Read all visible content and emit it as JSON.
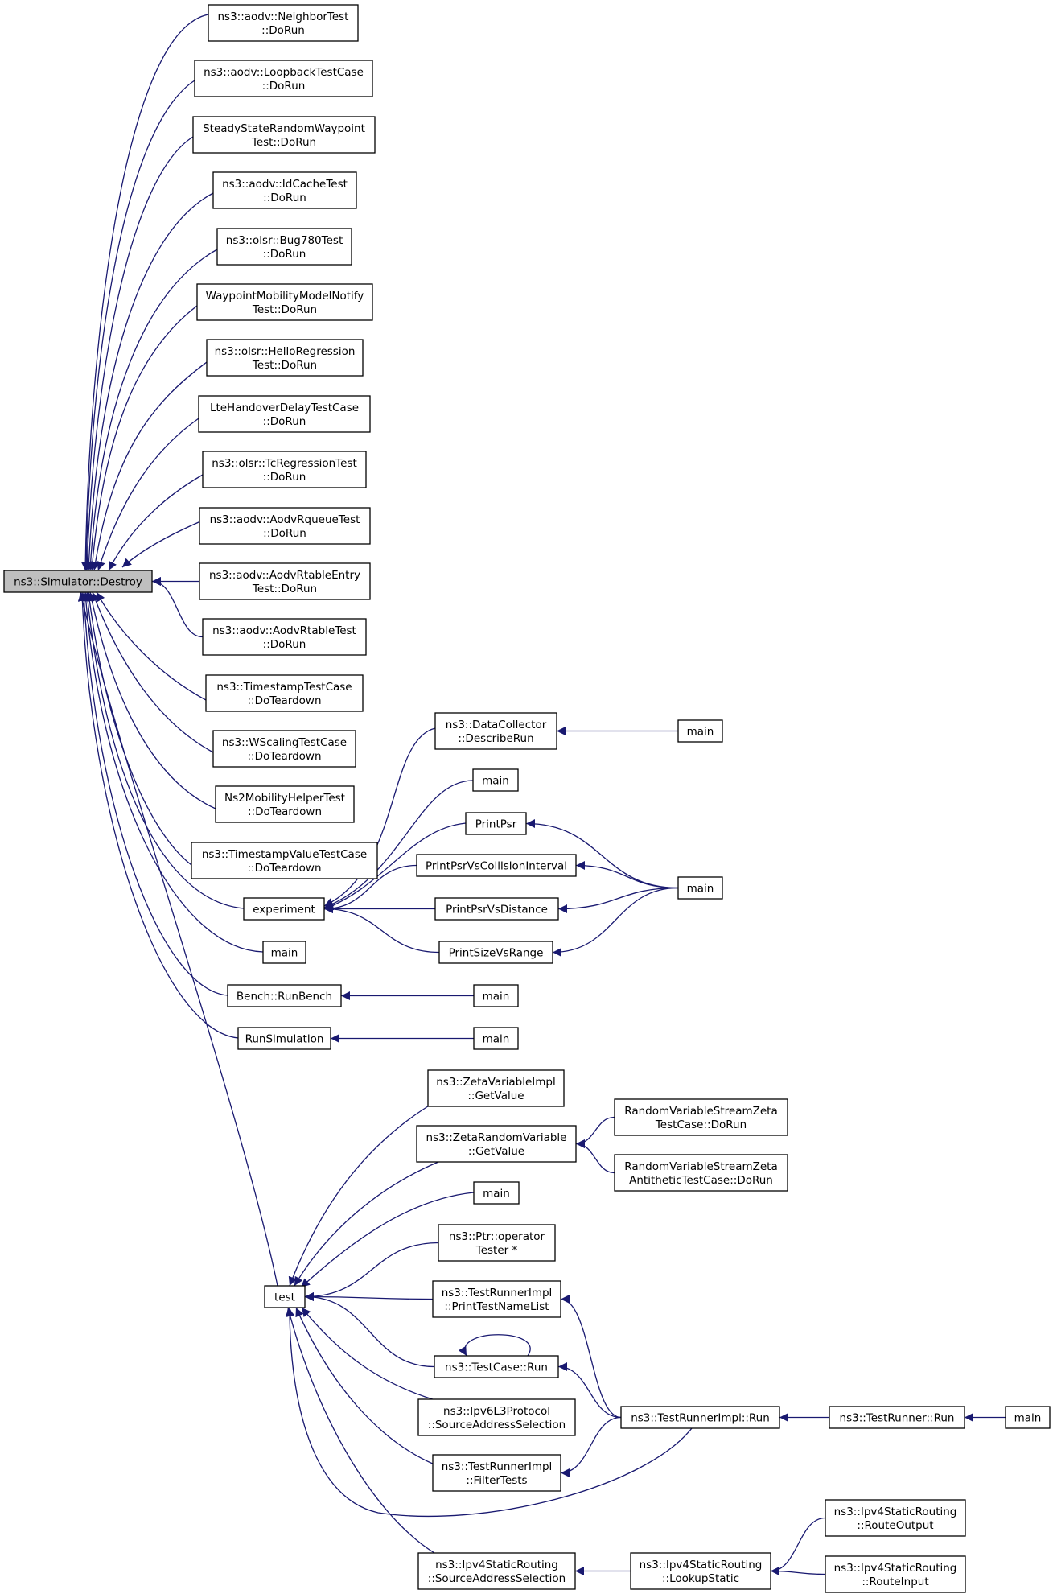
{
  "graph": {
    "arrow_color": "#191970",
    "focus_fill": "#bfbfbf",
    "nodes": [
      {
        "id": "destroy",
        "lines": [
          "ns3::Simulator::Destroy"
        ],
        "focus": true
      },
      {
        "id": "n_neighbor",
        "lines": [
          "ns3::aodv::NeighborTest",
          "::DoRun"
        ]
      },
      {
        "id": "n_loopback",
        "lines": [
          "ns3::aodv::LoopbackTestCase",
          "::DoRun"
        ]
      },
      {
        "id": "n_steady",
        "lines": [
          "SteadyStateRandomWaypoint",
          "Test::DoRun"
        ]
      },
      {
        "id": "n_idcache",
        "lines": [
          "ns3::aodv::IdCacheTest",
          "::DoRun"
        ]
      },
      {
        "id": "n_bug780",
        "lines": [
          "ns3::olsr::Bug780Test",
          "::DoRun"
        ]
      },
      {
        "id": "n_waypoint",
        "lines": [
          "WaypointMobilityModelNotify",
          "Test::DoRun"
        ]
      },
      {
        "id": "n_hello",
        "lines": [
          "ns3::olsr::HelloRegression",
          "Test::DoRun"
        ]
      },
      {
        "id": "n_ltehandover",
        "lines": [
          "LteHandoverDelayTestCase",
          "::DoRun"
        ]
      },
      {
        "id": "n_tcreg",
        "lines": [
          "ns3::olsr::TcRegressionTest",
          "::DoRun"
        ]
      },
      {
        "id": "n_rqueue",
        "lines": [
          "ns3::aodv::AodvRqueueTest",
          "::DoRun"
        ]
      },
      {
        "id": "n_rtentry",
        "lines": [
          "ns3::aodv::AodvRtableEntry",
          "Test::DoRun"
        ]
      },
      {
        "id": "n_rtable",
        "lines": [
          "ns3::aodv::AodvRtableTest",
          "::DoRun"
        ]
      },
      {
        "id": "n_timestamp",
        "lines": [
          "ns3::TimestampTestCase",
          "::DoTeardown"
        ]
      },
      {
        "id": "n_wscaling",
        "lines": [
          "ns3::WScalingTestCase",
          "::DoTeardown"
        ]
      },
      {
        "id": "n_ns2mob",
        "lines": [
          "Ns2MobilityHelperTest",
          "::DoTeardown"
        ]
      },
      {
        "id": "n_tsvalue",
        "lines": [
          "ns3::TimestampValueTestCase",
          "::DoTeardown"
        ]
      },
      {
        "id": "n_experiment",
        "lines": [
          "experiment"
        ]
      },
      {
        "id": "n_main_a",
        "lines": [
          "main"
        ]
      },
      {
        "id": "n_runbench",
        "lines": [
          "Bench::RunBench"
        ]
      },
      {
        "id": "n_runsim",
        "lines": [
          "RunSimulation"
        ]
      },
      {
        "id": "n_test",
        "lines": [
          "test"
        ]
      },
      {
        "id": "n_datacollector",
        "lines": [
          "ns3::DataCollector",
          "::DescribeRun"
        ]
      },
      {
        "id": "n_main_dc",
        "lines": [
          "main"
        ]
      },
      {
        "id": "n_main_b",
        "lines": [
          "main"
        ]
      },
      {
        "id": "n_printpsr",
        "lines": [
          "PrintPsr"
        ]
      },
      {
        "id": "n_psrcoll",
        "lines": [
          "PrintPsrVsCollisionInterval"
        ]
      },
      {
        "id": "n_psrdist",
        "lines": [
          "PrintPsrVsDistance"
        ]
      },
      {
        "id": "n_sizerange",
        "lines": [
          "PrintSizeVsRange"
        ]
      },
      {
        "id": "n_main_psr",
        "lines": [
          "main"
        ]
      },
      {
        "id": "n_main_bench",
        "lines": [
          "main"
        ]
      },
      {
        "id": "n_main_runsim",
        "lines": [
          "main"
        ]
      },
      {
        "id": "n_zetaimpl",
        "lines": [
          "ns3::ZetaVariableImpl",
          "::GetValue"
        ]
      },
      {
        "id": "n_zetarv",
        "lines": [
          "ns3::ZetaRandomVariable",
          "::GetValue"
        ]
      },
      {
        "id": "n_rvszeta",
        "lines": [
          "RandomVariableStreamZeta",
          "TestCase::DoRun"
        ]
      },
      {
        "id": "n_rvszetaanti",
        "lines": [
          "RandomVariableStreamZeta",
          "AntitheticTestCase::DoRun"
        ]
      },
      {
        "id": "n_main_test",
        "lines": [
          "main"
        ]
      },
      {
        "id": "n_ptrop",
        "lines": [
          "ns3::Ptr::operator",
          "Tester *"
        ]
      },
      {
        "id": "n_printtestname",
        "lines": [
          "ns3::TestRunnerImpl",
          "::PrintTestNameList"
        ]
      },
      {
        "id": "n_testcaserun",
        "lines": [
          "ns3::TestCase::Run"
        ]
      },
      {
        "id": "n_ipv6sas",
        "lines": [
          "ns3::Ipv6L3Protocol",
          "::SourceAddressSelection"
        ]
      },
      {
        "id": "n_filtertests",
        "lines": [
          "ns3::TestRunnerImpl",
          "::FilterTests"
        ]
      },
      {
        "id": "n_ipv4sas",
        "lines": [
          "ns3::Ipv4StaticRouting",
          "::SourceAddressSelection"
        ]
      },
      {
        "id": "n_trimplrun",
        "lines": [
          "ns3::TestRunnerImpl::Run"
        ]
      },
      {
        "id": "n_testrunnerrun",
        "lines": [
          "ns3::TestRunner::Run"
        ]
      },
      {
        "id": "n_main_tr",
        "lines": [
          "main"
        ]
      },
      {
        "id": "n_lookupstatic",
        "lines": [
          "ns3::Ipv4StaticRouting",
          "::LookupStatic"
        ]
      },
      {
        "id": "n_routeoutput",
        "lines": [
          "ns3::Ipv4StaticRouting",
          "::RouteOutput"
        ]
      },
      {
        "id": "n_routeinput",
        "lines": [
          "ns3::Ipv4StaticRouting",
          "::RouteInput"
        ]
      }
    ],
    "edges": [
      {
        "from": "n_neighbor",
        "to": "destroy"
      },
      {
        "from": "n_loopback",
        "to": "destroy"
      },
      {
        "from": "n_steady",
        "to": "destroy"
      },
      {
        "from": "n_idcache",
        "to": "destroy"
      },
      {
        "from": "n_bug780",
        "to": "destroy"
      },
      {
        "from": "n_waypoint",
        "to": "destroy"
      },
      {
        "from": "n_hello",
        "to": "destroy"
      },
      {
        "from": "n_ltehandover",
        "to": "destroy"
      },
      {
        "from": "n_tcreg",
        "to": "destroy"
      },
      {
        "from": "n_rqueue",
        "to": "destroy"
      },
      {
        "from": "n_rtentry",
        "to": "destroy"
      },
      {
        "from": "n_rtable",
        "to": "destroy"
      },
      {
        "from": "n_timestamp",
        "to": "destroy"
      },
      {
        "from": "n_wscaling",
        "to": "destroy"
      },
      {
        "from": "n_ns2mob",
        "to": "destroy"
      },
      {
        "from": "n_tsvalue",
        "to": "destroy"
      },
      {
        "from": "n_experiment",
        "to": "destroy"
      },
      {
        "from": "n_main_a",
        "to": "destroy"
      },
      {
        "from": "n_runbench",
        "to": "destroy"
      },
      {
        "from": "n_runsim",
        "to": "destroy"
      },
      {
        "from": "n_test",
        "to": "destroy"
      },
      {
        "from": "n_datacollector",
        "to": "n_experiment"
      },
      {
        "from": "n_main_b",
        "to": "n_experiment"
      },
      {
        "from": "n_printpsr",
        "to": "n_experiment"
      },
      {
        "from": "n_psrcoll",
        "to": "n_experiment"
      },
      {
        "from": "n_psrdist",
        "to": "n_experiment"
      },
      {
        "from": "n_sizerange",
        "to": "n_experiment"
      },
      {
        "from": "n_main_dc",
        "to": "n_datacollector"
      },
      {
        "from": "n_main_psr",
        "to": "n_printpsr"
      },
      {
        "from": "n_main_psr",
        "to": "n_psrcoll"
      },
      {
        "from": "n_main_psr",
        "to": "n_psrdist"
      },
      {
        "from": "n_main_psr",
        "to": "n_sizerange"
      },
      {
        "from": "n_main_bench",
        "to": "n_runbench"
      },
      {
        "from": "n_main_runsim",
        "to": "n_runsim"
      },
      {
        "from": "n_zetaimpl",
        "to": "n_test"
      },
      {
        "from": "n_zetarv",
        "to": "n_test"
      },
      {
        "from": "n_main_test",
        "to": "n_test"
      },
      {
        "from": "n_ptrop",
        "to": "n_test"
      },
      {
        "from": "n_printtestname",
        "to": "n_test"
      },
      {
        "from": "n_testcaserun",
        "to": "n_test"
      },
      {
        "from": "n_ipv6sas",
        "to": "n_test"
      },
      {
        "from": "n_filtertests",
        "to": "n_test"
      },
      {
        "from": "n_ipv4sas",
        "to": "n_test"
      },
      {
        "from": "n_trimplrun",
        "to": "n_test"
      },
      {
        "from": "n_rvszeta",
        "to": "n_zetarv"
      },
      {
        "from": "n_rvszetaanti",
        "to": "n_zetarv"
      },
      {
        "from": "n_trimplrun",
        "to": "n_printtestname"
      },
      {
        "from": "n_trimplrun",
        "to": "n_testcaserun"
      },
      {
        "from": "n_testcaserun",
        "to": "n_testcaserun"
      },
      {
        "from": "n_trimplrun",
        "to": "n_filtertests"
      },
      {
        "from": "n_testrunnerrun",
        "to": "n_trimplrun"
      },
      {
        "from": "n_main_tr",
        "to": "n_testrunnerrun"
      },
      {
        "from": "n_lookupstatic",
        "to": "n_ipv4sas"
      },
      {
        "from": "n_routeoutput",
        "to": "n_lookupstatic"
      },
      {
        "from": "n_routeinput",
        "to": "n_lookupstatic"
      }
    ]
  }
}
